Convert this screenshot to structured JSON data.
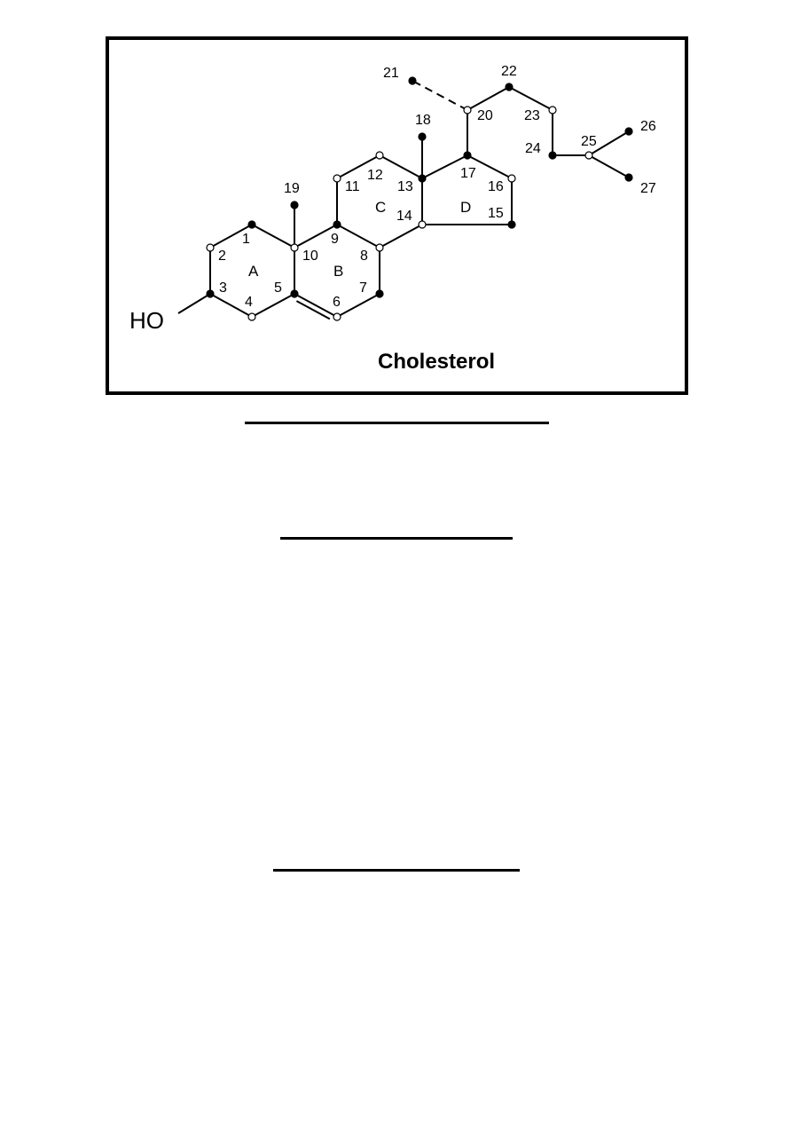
{
  "diagram": {
    "title": "Cholesterol",
    "hydroxyl": "HO",
    "rings": [
      {
        "id": "A",
        "label": "A"
      },
      {
        "id": "B",
        "label": "B"
      },
      {
        "id": "C",
        "label": "C"
      },
      {
        "id": "D",
        "label": "D"
      }
    ],
    "atoms": [
      {
        "n": 1,
        "label": "1",
        "fill": "black"
      },
      {
        "n": 2,
        "label": "2",
        "fill": "white"
      },
      {
        "n": 3,
        "label": "3",
        "fill": "black"
      },
      {
        "n": 4,
        "label": "4",
        "fill": "white"
      },
      {
        "n": 5,
        "label": "5",
        "fill": "black"
      },
      {
        "n": 6,
        "label": "6",
        "fill": "white"
      },
      {
        "n": 7,
        "label": "7",
        "fill": "black"
      },
      {
        "n": 8,
        "label": "8",
        "fill": "white"
      },
      {
        "n": 9,
        "label": "9",
        "fill": "black"
      },
      {
        "n": 10,
        "label": "10",
        "fill": "white"
      },
      {
        "n": 11,
        "label": "11",
        "fill": "white"
      },
      {
        "n": 12,
        "label": "12",
        "fill": "white"
      },
      {
        "n": 13,
        "label": "13",
        "fill": "black"
      },
      {
        "n": 14,
        "label": "14",
        "fill": "white"
      },
      {
        "n": 15,
        "label": "15",
        "fill": "black"
      },
      {
        "n": 16,
        "label": "16",
        "fill": "white"
      },
      {
        "n": 17,
        "label": "17",
        "fill": "black"
      },
      {
        "n": 18,
        "label": "18",
        "fill": "black"
      },
      {
        "n": 19,
        "label": "19",
        "fill": "black"
      },
      {
        "n": 20,
        "label": "20",
        "fill": "white"
      },
      {
        "n": 21,
        "label": "21",
        "fill": "black"
      },
      {
        "n": 22,
        "label": "22",
        "fill": "black"
      },
      {
        "n": 23,
        "label": "23",
        "fill": "white"
      },
      {
        "n": 24,
        "label": "24",
        "fill": "black"
      },
      {
        "n": 25,
        "label": "25",
        "fill": "white"
      },
      {
        "n": 26,
        "label": "26",
        "fill": "black"
      },
      {
        "n": 27,
        "label": "27",
        "fill": "black"
      }
    ],
    "bonds": [
      [
        1,
        2
      ],
      [
        2,
        3
      ],
      [
        3,
        4
      ],
      [
        4,
        5
      ],
      [
        5,
        10
      ],
      [
        10,
        1
      ],
      [
        5,
        6
      ],
      [
        6,
        7
      ],
      [
        7,
        8
      ],
      [
        8,
        9
      ],
      [
        9,
        10
      ],
      [
        9,
        11
      ],
      [
        11,
        12
      ],
      [
        12,
        13
      ],
      [
        13,
        14
      ],
      [
        14,
        8
      ],
      [
        13,
        17
      ],
      [
        17,
        16
      ],
      [
        16,
        15
      ],
      [
        15,
        14
      ],
      [
        10,
        19
      ],
      [
        13,
        18
      ],
      [
        17,
        20
      ],
      [
        20,
        22
      ],
      [
        22,
        23
      ],
      [
        23,
        24
      ],
      [
        24,
        25
      ],
      [
        25,
        26
      ],
      [
        25,
        27
      ]
    ],
    "double_bonds": [
      [
        5,
        6
      ]
    ],
    "dashed_bonds": [
      [
        20,
        21
      ]
    ]
  }
}
